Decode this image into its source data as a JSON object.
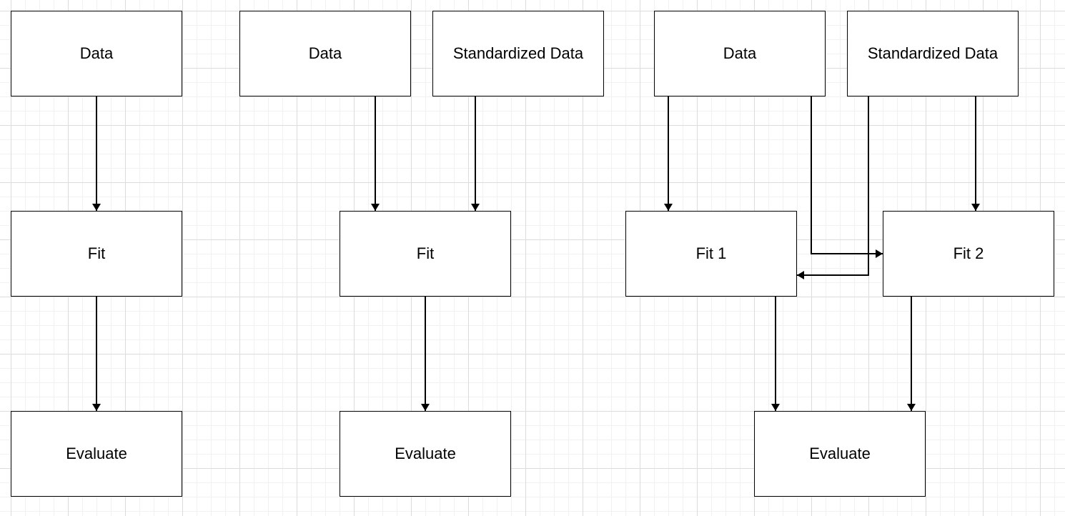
{
  "diagrams": [
    {
      "nodes": {
        "data": "Data",
        "fit": "Fit",
        "evaluate": "Evaluate"
      }
    },
    {
      "nodes": {
        "data": "Data",
        "standardized": "Standardized Data",
        "fit": "Fit",
        "evaluate": "Evaluate"
      }
    },
    {
      "nodes": {
        "data": "Data",
        "standardized": "Standardized Data",
        "fit1": "Fit 1",
        "fit2": "Fit 2",
        "evaluate": "Evaluate"
      }
    }
  ]
}
